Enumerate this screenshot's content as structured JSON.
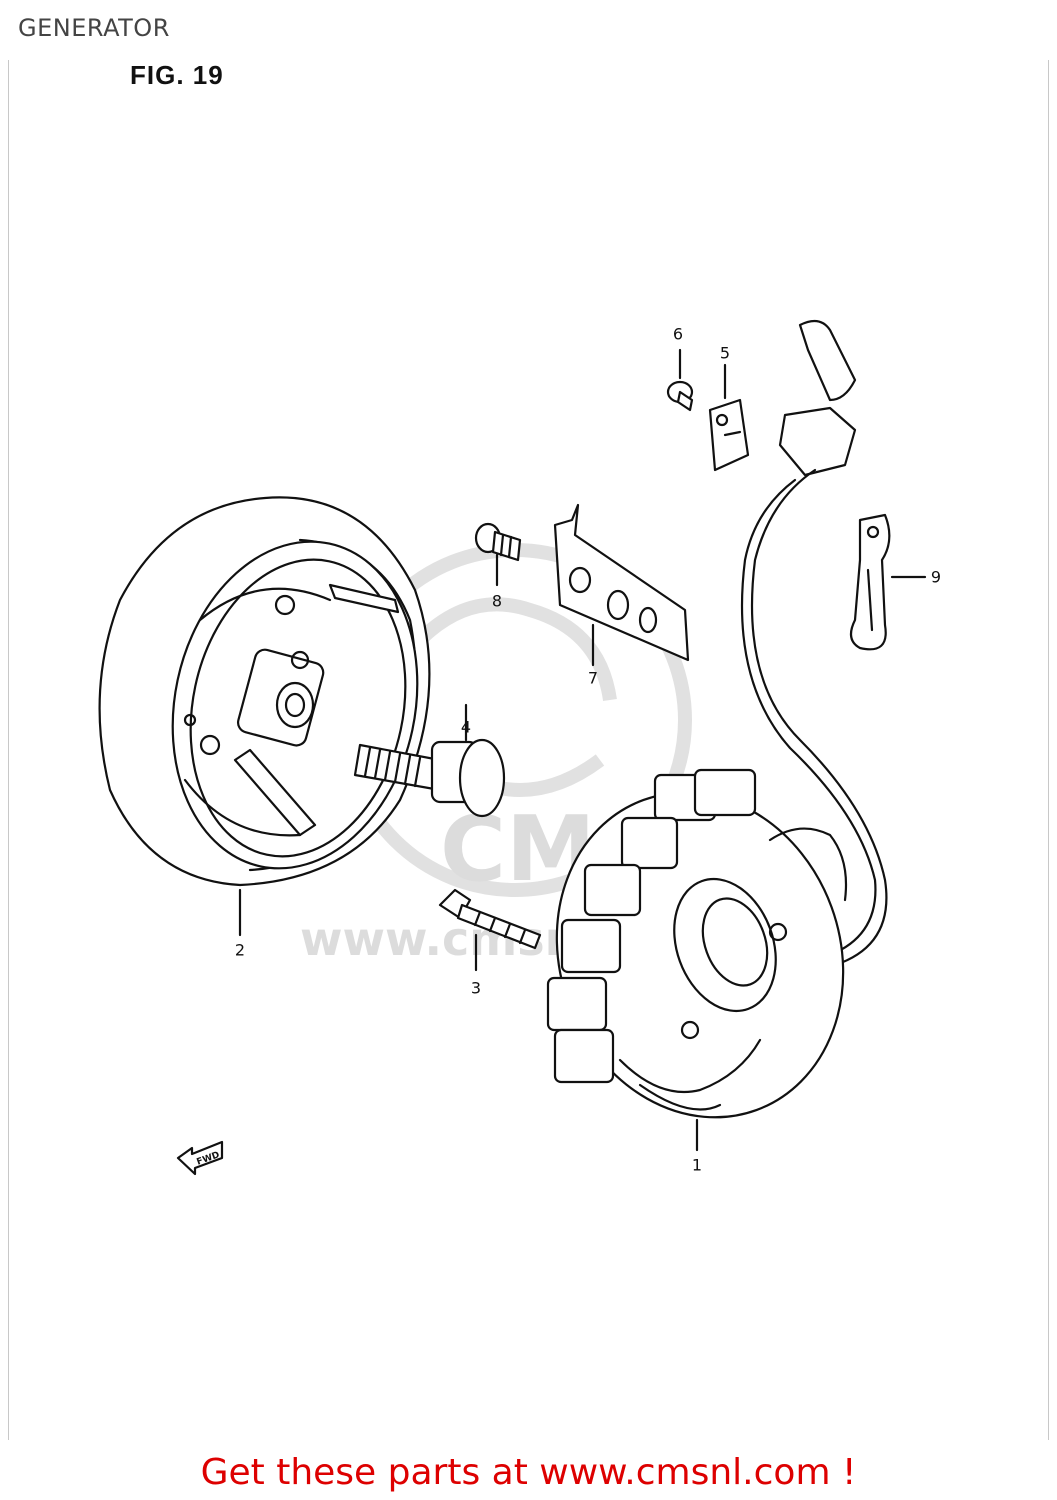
{
  "header": {
    "title": "GENERATOR",
    "figure": "FIG. 19"
  },
  "callouts": [
    "1",
    "2",
    "3",
    "4",
    "5",
    "6",
    "7",
    "8",
    "9"
  ],
  "watermark": {
    "text": "www.cmsnl.com",
    "badge": "CMS"
  },
  "direction_arrow": "FWD",
  "footer": {
    "cta": "Get these parts at www.cmsnl.com !"
  },
  "colors": {
    "line": "#111111",
    "watermark": "#d9d9d9",
    "cta": "#dd0000"
  }
}
